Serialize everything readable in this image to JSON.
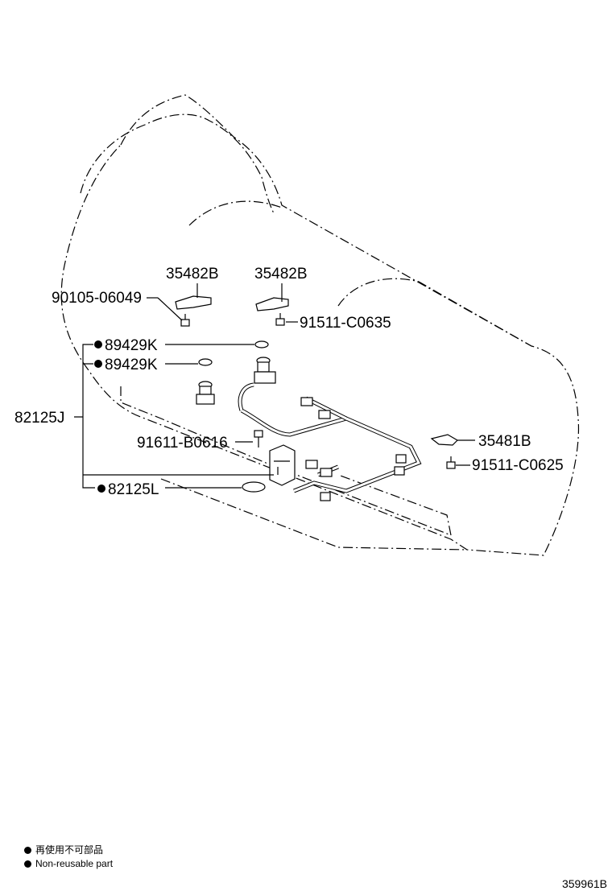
{
  "labels": {
    "bracket_a": "35482B",
    "bracket_b": "35482B",
    "bolt_90105": "90105-06049",
    "bolt_91511_c0635": "91511-C0635",
    "gasket_1": "89429K",
    "gasket_2": "89429K",
    "harness": "82125J",
    "pin_91611": "91611-B0616",
    "bracket_c": "35481B",
    "bolt_91511_c0625": "91511-C0625",
    "oring_82125l": "82125L"
  },
  "legend": {
    "line1": "再使用不可部品",
    "line2": "Non-reusable part"
  },
  "reference": "359961B"
}
